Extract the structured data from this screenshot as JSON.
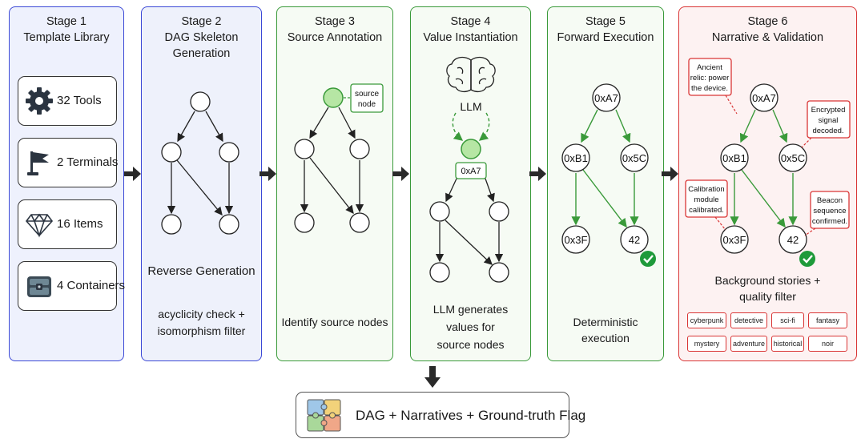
{
  "stages": [
    {
      "title_line1": "Stage 1",
      "title_line2": "Template Library"
    },
    {
      "title_line1": "Stage 2",
      "title_line2": "DAG Skeleton Generation"
    },
    {
      "title_line1": "Stage 3",
      "title_line2": "Source Annotation"
    },
    {
      "title_line1": "Stage 4",
      "title_line2": "Value Instantiation"
    },
    {
      "title_line1": "Stage 5",
      "title_line2": "Forward Execution"
    },
    {
      "title_line1": "Stage 6",
      "title_line2": "Narrative & Validation"
    }
  ],
  "library": [
    {
      "icon": "gear-icon",
      "label": "32 Tools"
    },
    {
      "icon": "flag-icon",
      "label": "2 Terminals"
    },
    {
      "icon": "gem-icon",
      "label": "16 Items"
    },
    {
      "icon": "chest-icon",
      "label": "4 Containers"
    }
  ],
  "stage2": {
    "heading": "Reverse Generation",
    "note_line1": "acyclicity check +",
    "note_line2": "isomorphism filter"
  },
  "stage3": {
    "callout_line1": "source",
    "callout_line2": "node",
    "caption": "Identify source nodes"
  },
  "stage4": {
    "llm_label": "LLM",
    "value_label": "0xA7",
    "caption_line1": "LLM generates",
    "caption_line2": "values for",
    "caption_line3": "source nodes"
  },
  "stage5": {
    "nodes": {
      "top": "0xA7",
      "left": "0xB1",
      "right": "0x5C",
      "bottom_left": "0x3F",
      "bottom_right": "42"
    },
    "caption": "Deterministic execution"
  },
  "stage6": {
    "nodes": {
      "top": "0xA7",
      "left": "0xB1",
      "right": "0x5C",
      "bottom_left": "0x3F",
      "bottom_right": "42"
    },
    "callouts": {
      "relic": [
        "Ancient",
        "relic: power",
        "the device."
      ],
      "signal": [
        "Encrypted",
        "signal",
        "decoded."
      ],
      "calibration": [
        "Calibration",
        "module",
        "calibrated."
      ],
      "beacon": [
        "Beacon",
        "sequence",
        "confirmed."
      ]
    },
    "caption_line1": "Background stories +",
    "caption_line2": "quality filter",
    "genres": [
      "cyberpunk",
      "detective",
      "sci-fi",
      "fantasy",
      "mystery",
      "adventure",
      "historical",
      "noir"
    ]
  },
  "output": {
    "label": "DAG + Narratives + Ground-truth Flag"
  },
  "colors": {
    "blue": "#3b48d6",
    "green": "#3a9a3a",
    "red": "#d93535",
    "node_fill_green": "#b6e6a4"
  }
}
